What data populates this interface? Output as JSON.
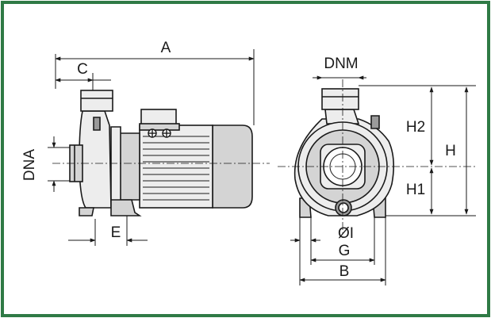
{
  "colors": {
    "frame": "#2f7a45",
    "ink": "#1a1a1a",
    "paper": "#ffffff",
    "fill_light": "#ededed",
    "fill_mid": "#d4d4d4",
    "fill_dark": "#9a9a9a"
  },
  "side_view": {
    "labels": {
      "a": "A",
      "c": "C",
      "dna": "DNA",
      "e": "E"
    }
  },
  "front_view": {
    "labels": {
      "dnm": "DNM",
      "h2": "H2",
      "h": "H",
      "h1": "H1",
      "oi": "ØI",
      "g": "G",
      "b": "B"
    }
  }
}
